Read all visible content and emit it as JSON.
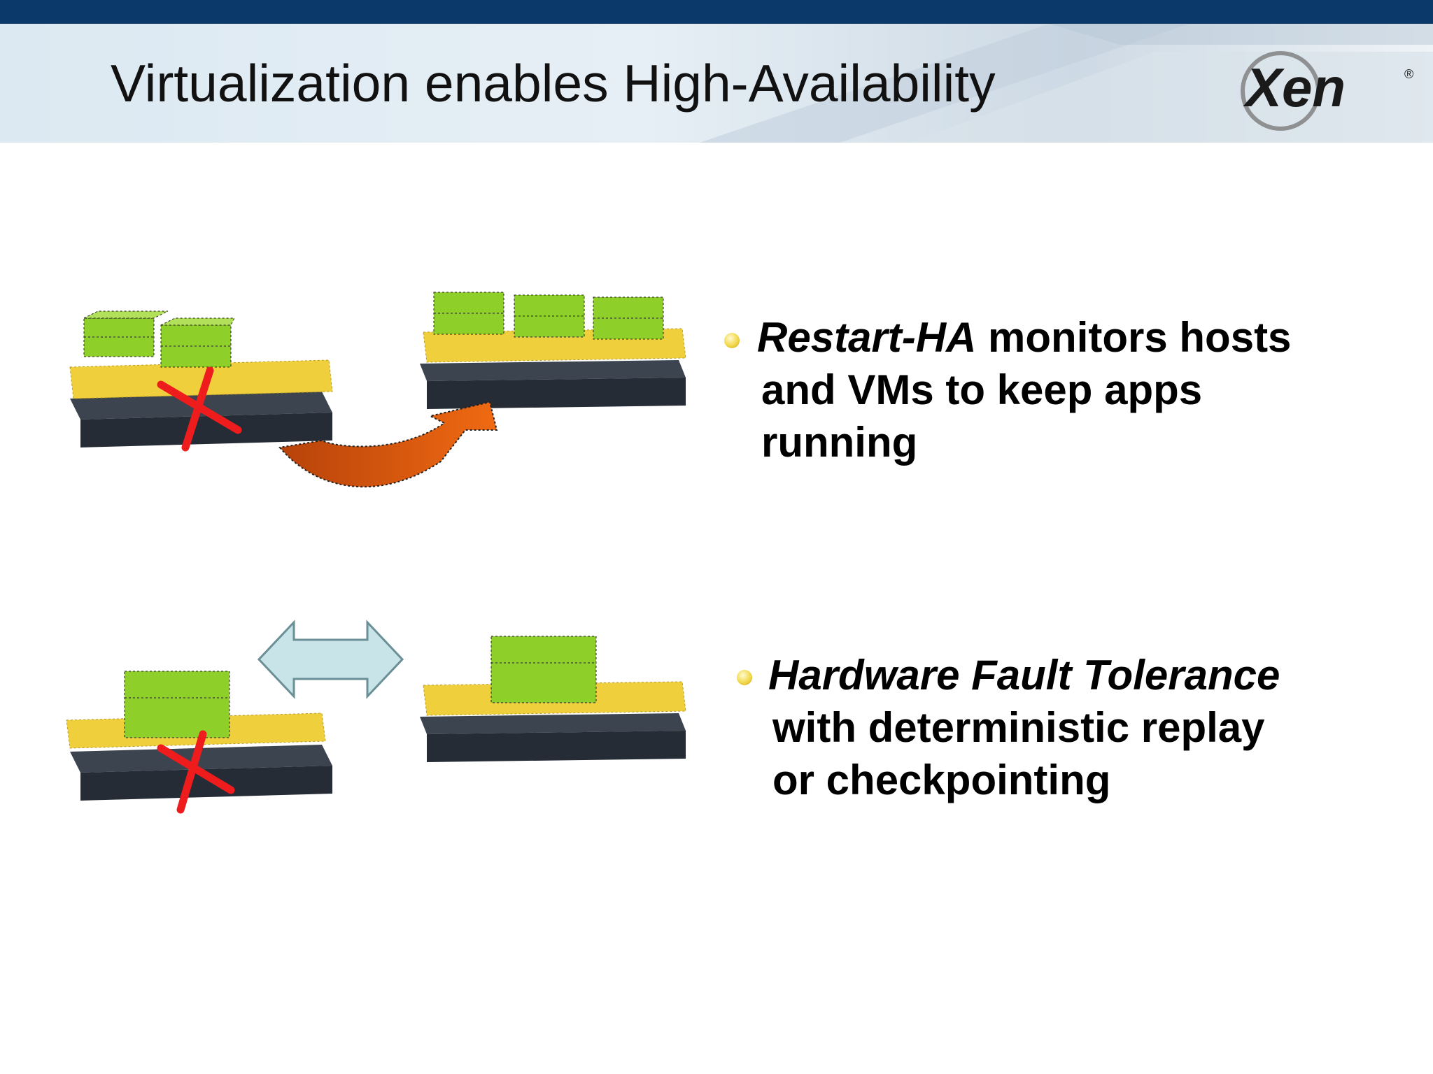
{
  "slide": {
    "title": "Virtualization enables High-Availability",
    "logo_text": "Xen",
    "logo_mark": "®"
  },
  "bullets": [
    {
      "emphasis": "Restart-HA",
      "line1_rest": " monitors hosts",
      "line2": "and VMs to keep apps",
      "line3": "running"
    },
    {
      "emphasis": "Hardware Fault Tolerance",
      "line2": "with deterministic replay",
      "line3": "or checkpointing"
    }
  ],
  "colors": {
    "topbar": "#0b3a6a",
    "vm_green": "#8fcf2a",
    "hypervisor_yellow": "#f0cf3c",
    "server_dark": "#2e3540",
    "fail_x": "#ee1c1c",
    "migrate_arrow": "#d9580f",
    "sync_arrow": "#c8e4e8"
  },
  "icons": [
    "failed-server-x-icon",
    "migration-arrow-icon",
    "bidirectional-sync-arrow-icon",
    "bullet-dot-icon"
  ]
}
